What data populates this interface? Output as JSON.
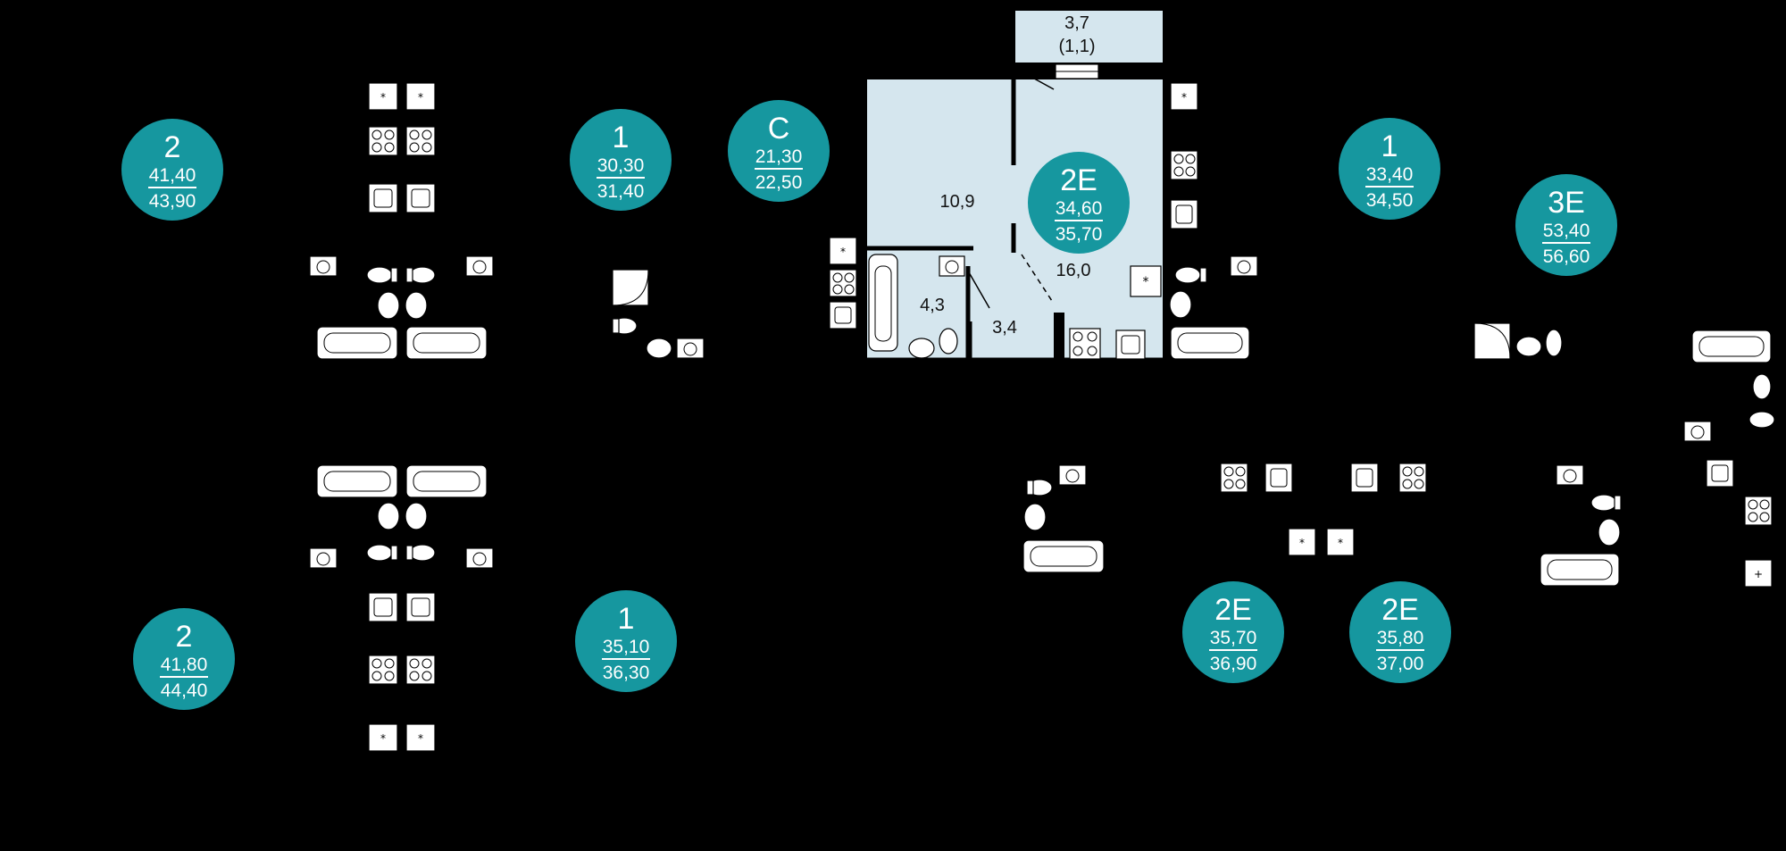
{
  "colors": {
    "badge": "#16979f",
    "background": "#000000",
    "highlight_room": "#d5e6ee"
  },
  "badges": [
    {
      "type": "2",
      "living": "41,40",
      "total": "43,90"
    },
    {
      "type": "1",
      "living": "30,30",
      "total": "31,40"
    },
    {
      "type": "С",
      "living": "21,30",
      "total": "22,50"
    },
    {
      "type": "2Е",
      "living": "34,60",
      "total": "35,70"
    },
    {
      "type": "1",
      "living": "33,40",
      "total": "34,50"
    },
    {
      "type": "3Е",
      "living": "53,40",
      "total": "56,60"
    },
    {
      "type": "2",
      "living": "41,80",
      "total": "44,40"
    },
    {
      "type": "1",
      "living": "35,10",
      "total": "36,30"
    },
    {
      "type": "2Е",
      "living": "35,70",
      "total": "36,90"
    },
    {
      "type": "2Е",
      "living": "35,80",
      "total": "37,00"
    }
  ],
  "rooms": {
    "balcony_area": "3,7",
    "balcony_reduced": "(1,1)",
    "bedroom": "10,9",
    "living": "16,0",
    "bathroom": "4,3",
    "hallway": "3,4"
  },
  "fixture_icons": [
    "stove-icon",
    "hob-icon",
    "sink-icon",
    "washer-icon",
    "toilet-icon",
    "bidet-icon",
    "bathtub-icon",
    "shower-icon"
  ]
}
